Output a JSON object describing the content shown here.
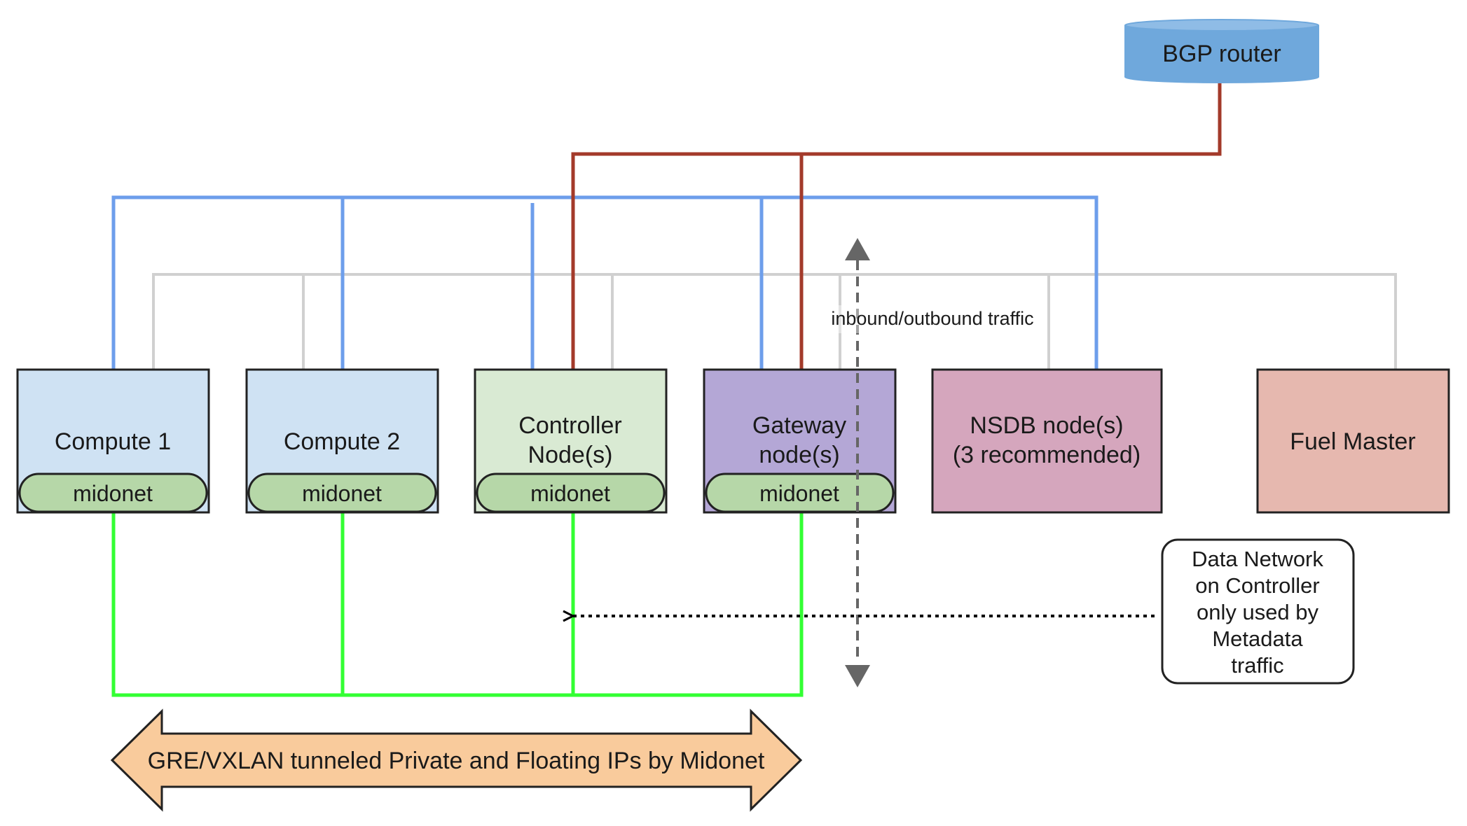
{
  "bgp_router": {
    "label": "BGP router"
  },
  "nodes": {
    "compute1": {
      "lines": [
        "Compute 1"
      ],
      "agent": "midonet"
    },
    "compute2": {
      "lines": [
        "Compute 2"
      ],
      "agent": "midonet"
    },
    "controller": {
      "lines": [
        "Controller",
        "Node(s)"
      ],
      "agent": "midonet"
    },
    "gateway": {
      "lines": [
        "Gateway",
        "node(s)"
      ],
      "agent": "midonet"
    },
    "nsdb": {
      "lines": [
        "NSDB node(s)",
        "(3 recommended)"
      ]
    },
    "fuel": {
      "lines": [
        "Fuel Master"
      ]
    }
  },
  "traffic_label": "inbound/outbound traffic",
  "note": {
    "lines": [
      "Data Network",
      "on Controller",
      "only used by",
      "Metadata",
      "traffic"
    ]
  },
  "tunnel_label": "GRE/VXLAN tunneled Private and Floating IPs by Midonet",
  "colors": {
    "compute_fill": "#cfe2f3",
    "controller_fill": "#d9ead3",
    "gateway_fill": "#b4a7d6",
    "nsdb_fill": "#d5a6bd",
    "fuel_fill": "#e6b8af",
    "midonet_fill": "#b6d7a8",
    "bgp_fill": "#6fa8dc",
    "public_net": "#a33a2a",
    "management_net": "#6d9eeb",
    "storage_net": "#d0d0d0",
    "private_net": "#33ff33",
    "tunnel_fill": "#f9cb9c"
  }
}
